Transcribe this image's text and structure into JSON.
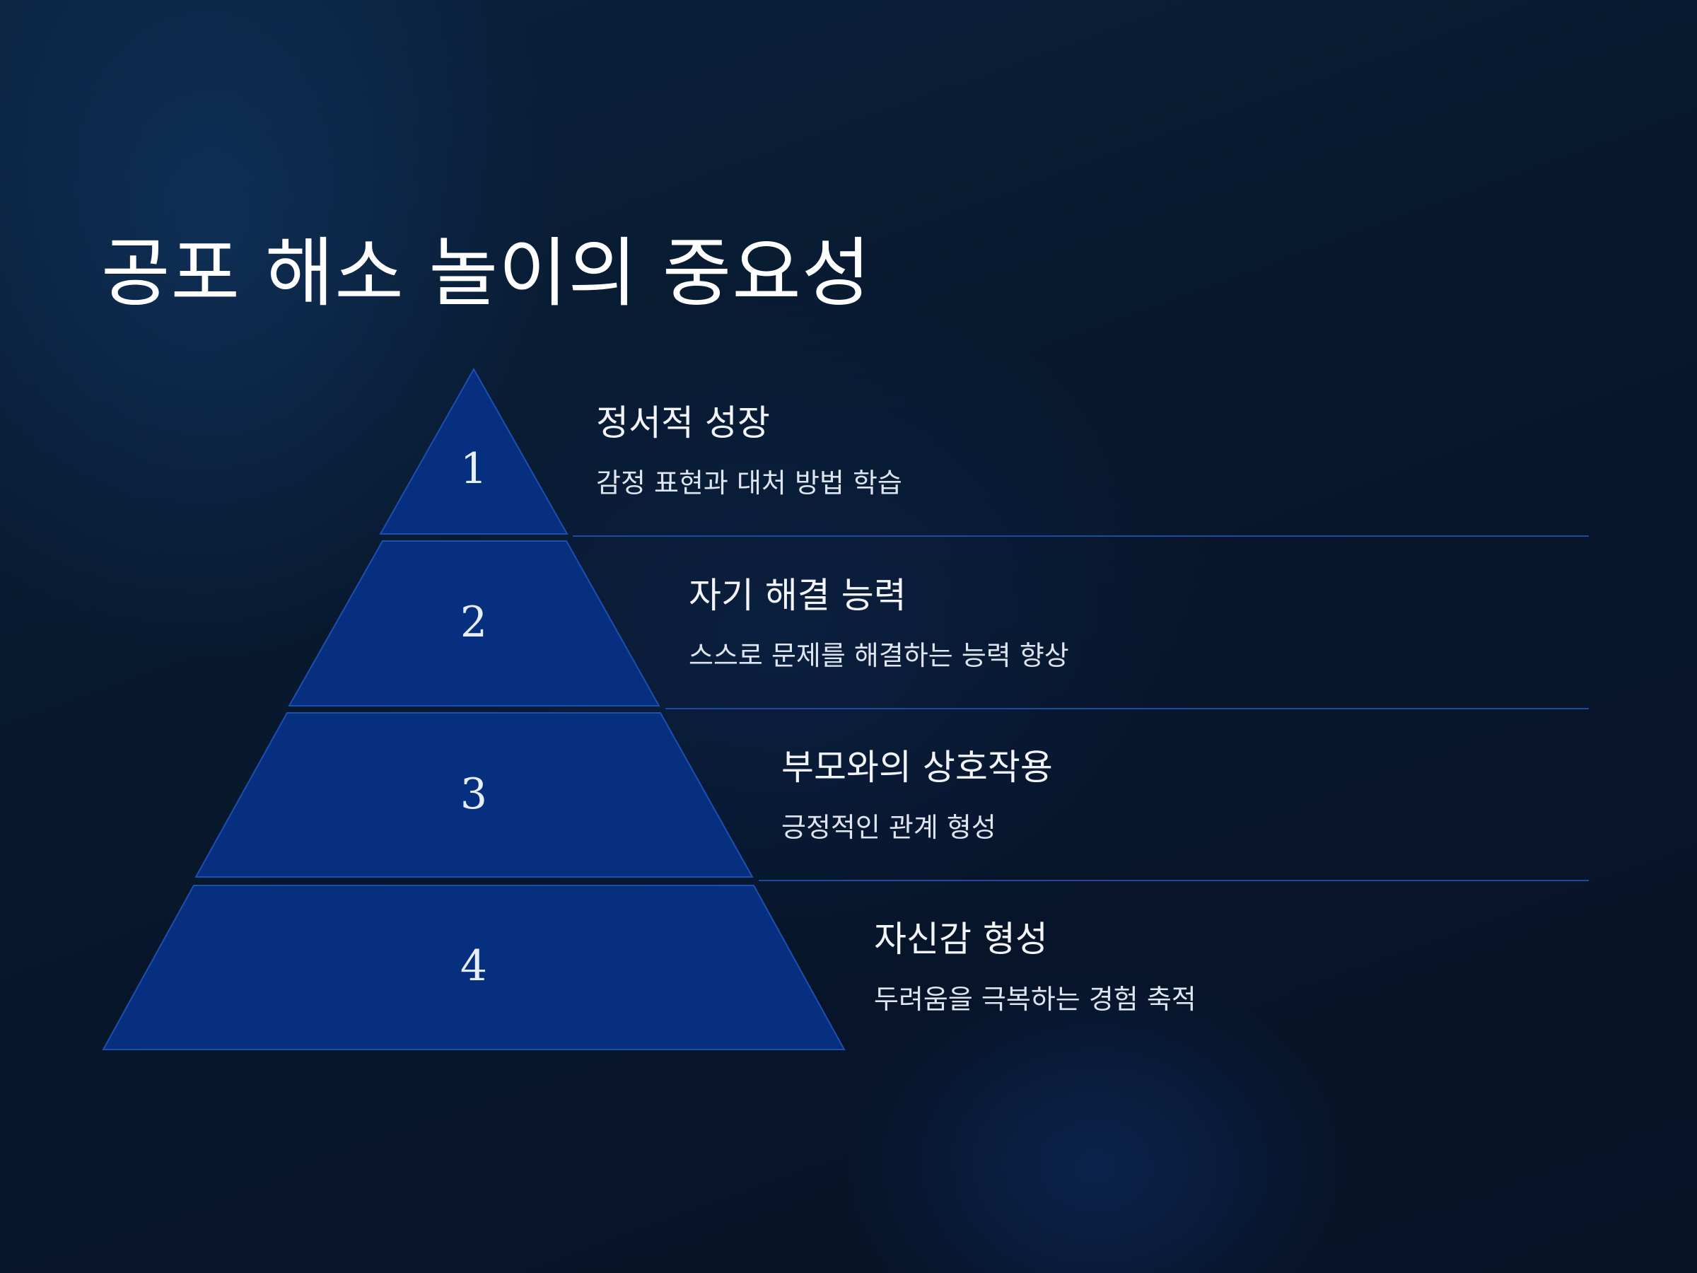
{
  "slide": {
    "title": "공포 해소 놀이의 중요성"
  },
  "pyramid": {
    "tiers": [
      {
        "number": "1",
        "title": "정서적 성장",
        "description": "감정 표현과 대처 방법 학습"
      },
      {
        "number": "2",
        "title": "자기 해결 능력",
        "description": "스스로 문제를 해결하는 능력 향상"
      },
      {
        "number": "3",
        "title": "부모와의 상호작용",
        "description": "긍정적인 관계 형성"
      },
      {
        "number": "4",
        "title": "자신감 형성",
        "description": "두려움을 극복하는 경험 축적"
      }
    ]
  },
  "colors": {
    "tier_fill": "#06307f",
    "tier_stroke": "#1e4fb0",
    "divider": "#1e4a9e",
    "text": "#ffffff"
  }
}
